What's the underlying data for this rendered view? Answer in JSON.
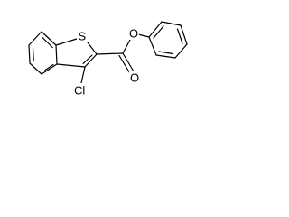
{
  "molecule": {
    "atoms": {
      "sulfur": "S",
      "oxygen_ester": "O",
      "oxygen_carbonyl": "O",
      "chlorine": "Cl"
    },
    "colors": {
      "bond": "#000000",
      "text": "#000000",
      "background": "#ffffff"
    }
  }
}
